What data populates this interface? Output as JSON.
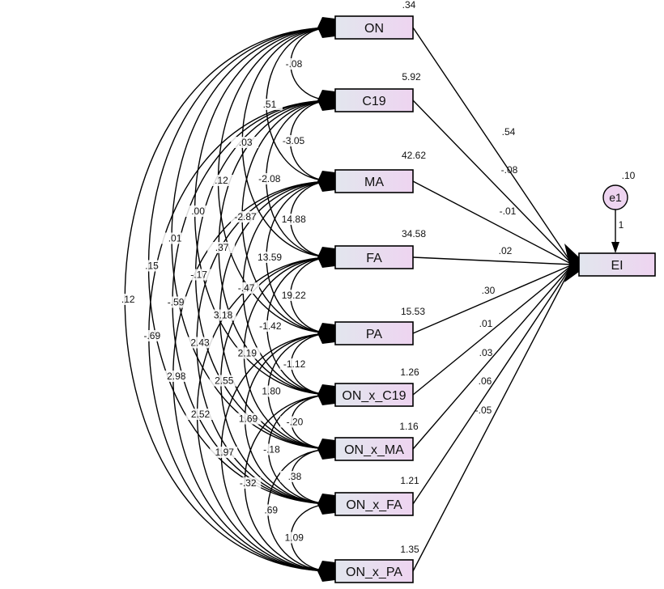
{
  "colors": {
    "box_fill_start": "#e2e6ee",
    "box_fill_end": "#eed4f0",
    "residual_fill": "#eed4f0",
    "line": "#000000",
    "background": "#ffffff"
  },
  "exogenous": [
    {
      "id": "ON",
      "label": "ON",
      "variance": ".34",
      "path_coef": ".54"
    },
    {
      "id": "C19",
      "label": "C19",
      "variance": "5.92",
      "path_coef": "-.08"
    },
    {
      "id": "MA",
      "label": "MA",
      "variance": "42.62",
      "path_coef": "-.01"
    },
    {
      "id": "FA",
      "label": "FA",
      "variance": "34.58",
      "path_coef": ".02"
    },
    {
      "id": "PA",
      "label": "PA",
      "variance": "15.53",
      "path_coef": ".30"
    },
    {
      "id": "ON_x_C19",
      "label": "ON_x_C19",
      "variance": "1.26",
      "path_coef": ".01"
    },
    {
      "id": "ON_x_MA",
      "label": "ON_x_MA",
      "variance": "1.16",
      "path_coef": ".03"
    },
    {
      "id": "ON_x_FA",
      "label": "ON_x_FA",
      "variance": "1.21",
      "path_coef": ".06"
    },
    {
      "id": "ON_x_PA",
      "label": "ON_x_PA",
      "variance": "1.35",
      "path_coef": "-.05"
    }
  ],
  "endogenous": {
    "id": "EI",
    "label": "EI"
  },
  "residual": {
    "label": "e1",
    "variance": ".10",
    "loading": "1"
  },
  "covariances": [
    {
      "from": 0,
      "to": 1,
      "value": "-.08"
    },
    {
      "from": 1,
      "to": 2,
      "value": "-3.05"
    },
    {
      "from": 2,
      "to": 3,
      "value": "14.88"
    },
    {
      "from": 3,
      "to": 4,
      "value": "19.22"
    },
    {
      "from": 4,
      "to": 5,
      "value": "-1.12"
    },
    {
      "from": 5,
      "to": 6,
      "value": "-.20"
    },
    {
      "from": 6,
      "to": 7,
      "value": ".38"
    },
    {
      "from": 7,
      "to": 8,
      "value": "1.09"
    },
    {
      "from": 0,
      "to": 2,
      "value": ".51"
    },
    {
      "from": 1,
      "to": 3,
      "value": "-2.08"
    },
    {
      "from": 2,
      "to": 4,
      "value": "13.59"
    },
    {
      "from": 3,
      "to": 5,
      "value": "-1.42"
    },
    {
      "from": 4,
      "to": 6,
      "value": "1.80"
    },
    {
      "from": 5,
      "to": 7,
      "value": "-.18"
    },
    {
      "from": 6,
      "to": 8,
      "value": ".69"
    },
    {
      "from": 0,
      "to": 3,
      "value": ".03"
    },
    {
      "from": 1,
      "to": 4,
      "value": "-2.87"
    },
    {
      "from": 2,
      "to": 5,
      "value": "-.47"
    },
    {
      "from": 3,
      "to": 6,
      "value": "2.19"
    },
    {
      "from": 4,
      "to": 7,
      "value": "1.69"
    },
    {
      "from": 5,
      "to": 8,
      "value": "-.32"
    },
    {
      "from": 0,
      "to": 4,
      "value": ".12"
    },
    {
      "from": 1,
      "to": 5,
      "value": ".37"
    },
    {
      "from": 2,
      "to": 6,
      "value": "3.18"
    },
    {
      "from": 3,
      "to": 7,
      "value": "2.55"
    },
    {
      "from": 4,
      "to": 8,
      "value": "1.97"
    },
    {
      "from": 0,
      "to": 5,
      "value": ".00"
    },
    {
      "from": 1,
      "to": 6,
      "value": "-.17"
    },
    {
      "from": 2,
      "to": 7,
      "value": "2.43"
    },
    {
      "from": 3,
      "to": 8,
      "value": "2.52"
    },
    {
      "from": 0,
      "to": 6,
      "value": ".01"
    },
    {
      "from": 1,
      "to": 7,
      "value": "-.59"
    },
    {
      "from": 2,
      "to": 8,
      "value": "2.98"
    },
    {
      "from": 0,
      "to": 7,
      "value": ".15"
    },
    {
      "from": 1,
      "to": 8,
      "value": "-.69"
    },
    {
      "from": 0,
      "to": 8,
      "value": ".12"
    }
  ]
}
